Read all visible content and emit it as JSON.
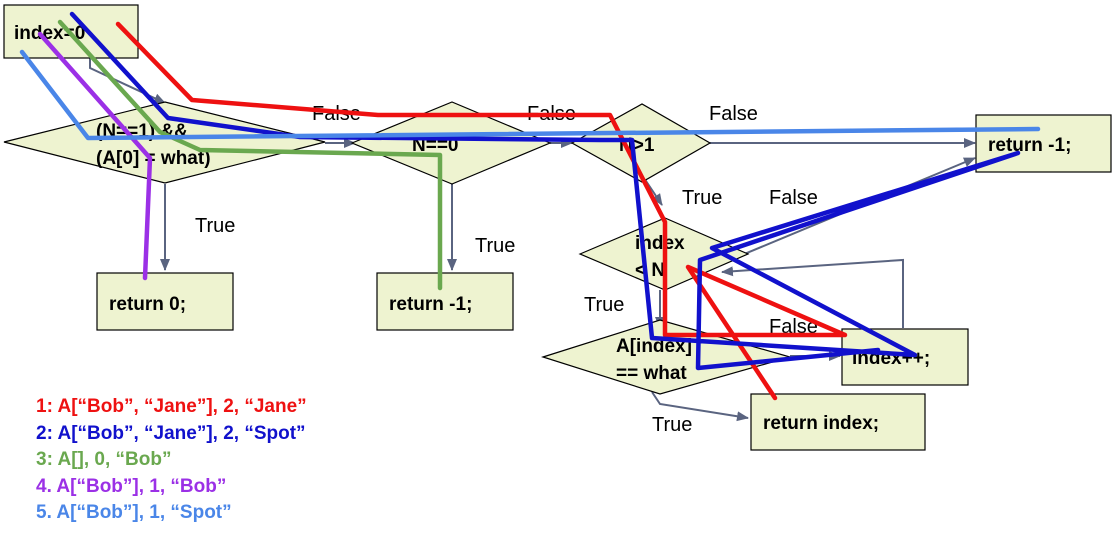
{
  "nodes": {
    "index_init": "index=0",
    "cond_first_line1": "(N==1) &&",
    "cond_first_line2": "(A[0] = what)",
    "cond_n0": "N==0",
    "cond_ngt1": "N>1",
    "cond_loop_line1": "index",
    "cond_loop_line2": "< N",
    "cond_match_line1": "A[index]",
    "cond_match_line2": "== what",
    "return_0": "return 0;",
    "return_neg1_mid": "return -1;",
    "return_neg1_right": "return -1;",
    "index_inc": "index++;",
    "return_index": "return index;"
  },
  "edges": {
    "false_1": "False",
    "false_2": "False",
    "false_3": "False",
    "false_loop": "False",
    "false_match": "False",
    "true_first": "True",
    "true_n0": "True",
    "true_ngt1": "True",
    "true_loop": "True",
    "true_match": "True"
  },
  "legend": [
    {
      "text": "1: A[“Bob”, “Jane”], 2, “Jane”",
      "color": "#ee1111"
    },
    {
      "text": "2: A[“Bob”, “Jane”], 2, “Spot”",
      "color": "#1111cc"
    },
    {
      "text": "3: A[], 0, “Bob”",
      "color": "#6aa84f"
    },
    {
      "text": "4. A[“Bob”], 1, “Bob”",
      "color": "#9b30e6"
    },
    {
      "text": "5. A[“Bob”], 1, “Spot”",
      "color": "#4a86e8"
    }
  ],
  "colors": {
    "box_fill": "#eef3d0",
    "arrow": "#5a6480",
    "trace_red": "#ee1111",
    "trace_blue": "#1111cc",
    "trace_green": "#6aa84f",
    "trace_purple": "#9b30e6",
    "trace_lightblue": "#4a86e8"
  }
}
